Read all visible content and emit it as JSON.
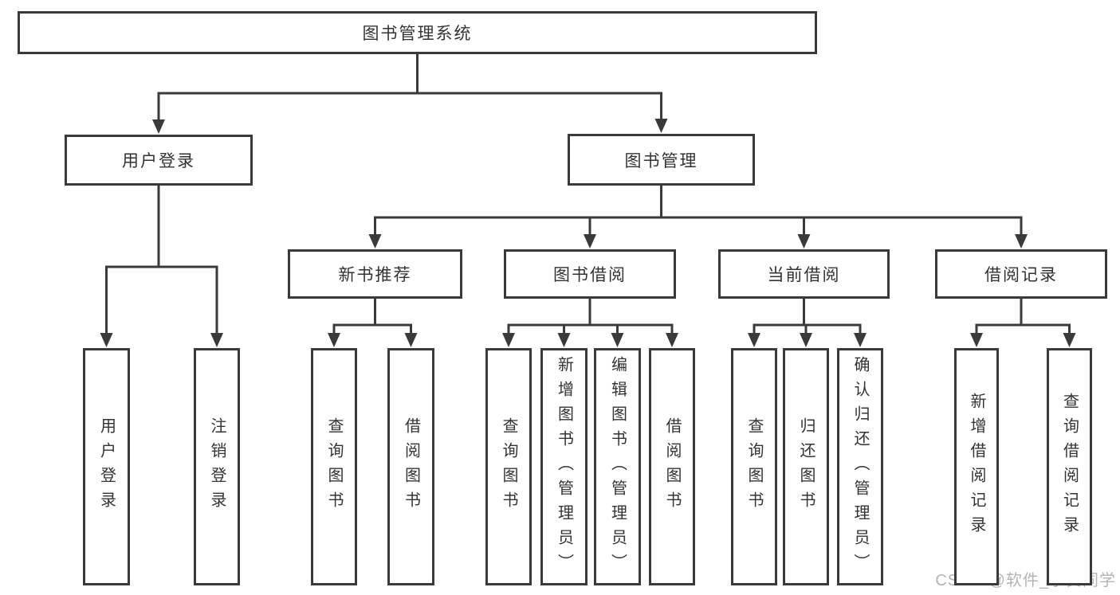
{
  "diagram": {
    "watermark": "CSDN @软件_小贺同学",
    "colors": {
      "line": "#3a3a3a",
      "border": "#3a3a3a",
      "text": "#333333",
      "watermark": "#b4b4b4",
      "background": "#ffffff"
    }
  },
  "nodes": [
    {
      "id": "root",
      "label": "图书管理系统",
      "parent": null,
      "vertical": false
    },
    {
      "id": "user-login",
      "label": "用户登录",
      "parent": "root",
      "vertical": false
    },
    {
      "id": "book-mgmt",
      "label": "图书管理",
      "parent": "root",
      "vertical": false
    },
    {
      "id": "new-book-rec",
      "label": "新书推荐",
      "parent": "book-mgmt",
      "vertical": false
    },
    {
      "id": "book-borrow",
      "label": "图书借阅",
      "parent": "book-mgmt",
      "vertical": false
    },
    {
      "id": "current-borrow",
      "label": "当前借阅",
      "parent": "book-mgmt",
      "vertical": false
    },
    {
      "id": "borrow-record",
      "label": "借阅记录",
      "parent": "book-mgmt",
      "vertical": false
    },
    {
      "id": "leaf-user-login",
      "label": "用户登录",
      "parent": "user-login",
      "vertical": true
    },
    {
      "id": "leaf-logout",
      "label": "注销登录",
      "parent": "user-login",
      "vertical": true
    },
    {
      "id": "leaf-query-book-1",
      "label": "查询图书",
      "parent": "new-book-rec",
      "vertical": true
    },
    {
      "id": "leaf-borrow-book-1",
      "label": "借阅图书",
      "parent": "new-book-rec",
      "vertical": true
    },
    {
      "id": "leaf-query-book-2",
      "label": "查询图书",
      "parent": "book-borrow",
      "vertical": true
    },
    {
      "id": "leaf-add-book",
      "label": "新增图书（管理员）",
      "parent": "book-borrow",
      "vertical": true
    },
    {
      "id": "leaf-edit-book",
      "label": "编辑图书（管理员）",
      "parent": "book-borrow",
      "vertical": true
    },
    {
      "id": "leaf-borrow-book-2",
      "label": "借阅图书",
      "parent": "book-borrow",
      "vertical": true
    },
    {
      "id": "leaf-query-book-3",
      "label": "查询图书",
      "parent": "current-borrow",
      "vertical": true
    },
    {
      "id": "leaf-return-book",
      "label": "归还图书",
      "parent": "current-borrow",
      "vertical": true
    },
    {
      "id": "leaf-confirm-return",
      "label": "确认归还（管理员）",
      "parent": "current-borrow",
      "vertical": true
    },
    {
      "id": "leaf-add-borrow-record",
      "label": "新增借阅记录",
      "parent": "borrow-record",
      "vertical": true
    },
    {
      "id": "leaf-query-borrow-record",
      "label": "查询借阅记录",
      "parent": "borrow-record",
      "vertical": true
    }
  ]
}
